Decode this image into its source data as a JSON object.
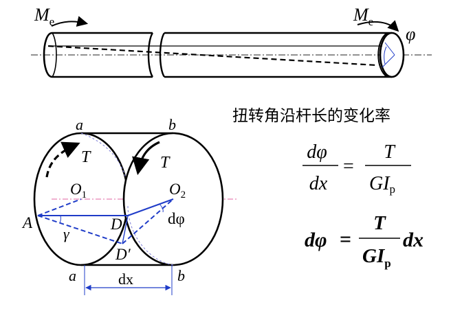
{
  "shaft": {
    "moment_left": {
      "sym": "M",
      "sub": "e"
    },
    "moment_right": {
      "sym": "M",
      "sub": "e"
    },
    "twist_angle": "φ"
  },
  "element": {
    "edge_a_top": "a",
    "edge_b_top": "b",
    "edge_a_bottom": "a",
    "edge_b_bottom": "b",
    "torque_left": "T",
    "torque_right": "T",
    "center_1": {
      "sym": "O",
      "sub": "1"
    },
    "center_2": {
      "sym": "O",
      "sub": "2"
    },
    "point_A": "A",
    "point_D": "D",
    "point_D_prime": "D′",
    "shear_angle": "γ",
    "twist_increment": "dφ",
    "length_label": "dx"
  },
  "text": {
    "heading": "扭转角沿杆长的变化率"
  },
  "formula1": {
    "lhs_num": "dφ",
    "lhs_den": "dx",
    "equals": "=",
    "rhs_num": "T",
    "rhs_den_main": "GI",
    "rhs_den_sub": "p"
  },
  "formula2": {
    "lhs": "dφ",
    "equals": "=",
    "num": "T",
    "den_main": "GI",
    "den_sub": "p",
    "tail": "dx"
  },
  "colors": {
    "ink": "#000000",
    "blue": "#1f3cc8",
    "axis_pink": "#e060a0",
    "hidden_dash": "#7d7dd8"
  }
}
